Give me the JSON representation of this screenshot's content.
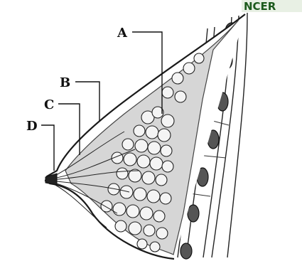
{
  "watermark": "NCER",
  "labels": {
    "A": "A",
    "B": "B",
    "C": "C",
    "D": "D"
  },
  "colors": {
    "ink": "#1a1a1a",
    "tissue": "#cfcfcf",
    "paper": "#ffffff",
    "watermark": "#1c5a1c"
  }
}
